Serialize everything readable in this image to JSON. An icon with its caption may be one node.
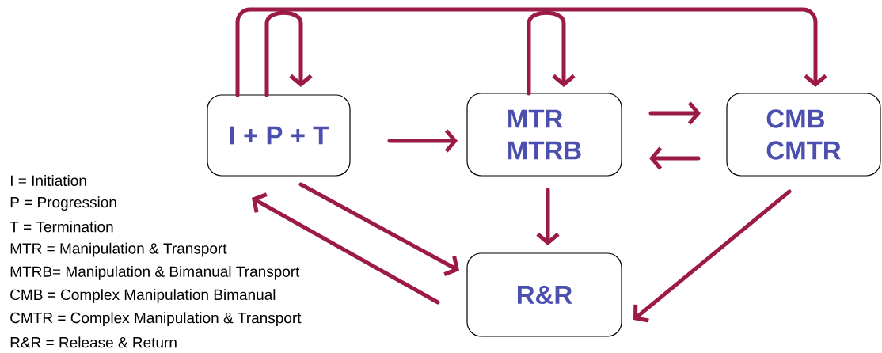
{
  "diagram": {
    "nodes": [
      {
        "text": [
          "I + P + T"
        ]
      },
      {
        "text": [
          "MTR",
          "MTRB"
        ]
      },
      {
        "text": [
          "CMB",
          "CMTR"
        ]
      },
      {
        "text": [
          "R&R"
        ]
      }
    ],
    "edges": [
      {
        "from": 0,
        "to": 0,
        "arrow": "to"
      },
      {
        "from": 0,
        "to": 2,
        "arrow": "to"
      },
      {
        "from": 1,
        "to": 1,
        "arrow": "to"
      },
      {
        "from": 0,
        "to": 1,
        "arrow": "to"
      },
      {
        "from": 1,
        "to": 2,
        "arrow": "to"
      },
      {
        "from": 2,
        "to": 1,
        "arrow": "to"
      },
      {
        "from": 1,
        "to": 3,
        "arrow": "to"
      },
      {
        "from": 2,
        "to": 3,
        "arrow": "to"
      },
      {
        "from": 0,
        "to": 3,
        "arrow": "to"
      },
      {
        "from": 3,
        "to": 0,
        "arrow": "to"
      }
    ],
    "labels": [
      "I = Initiation",
      "P = Progression",
      "T = Termination",
      "MTR = Manipulation & Transport",
      "MTRB= Manipulation & Bimanual Transport",
      "CMB = Complex Manipulation Bimanual",
      "CMTR = Complex Manipulation & Transport",
      "R&R = Release & Return"
    ]
  }
}
